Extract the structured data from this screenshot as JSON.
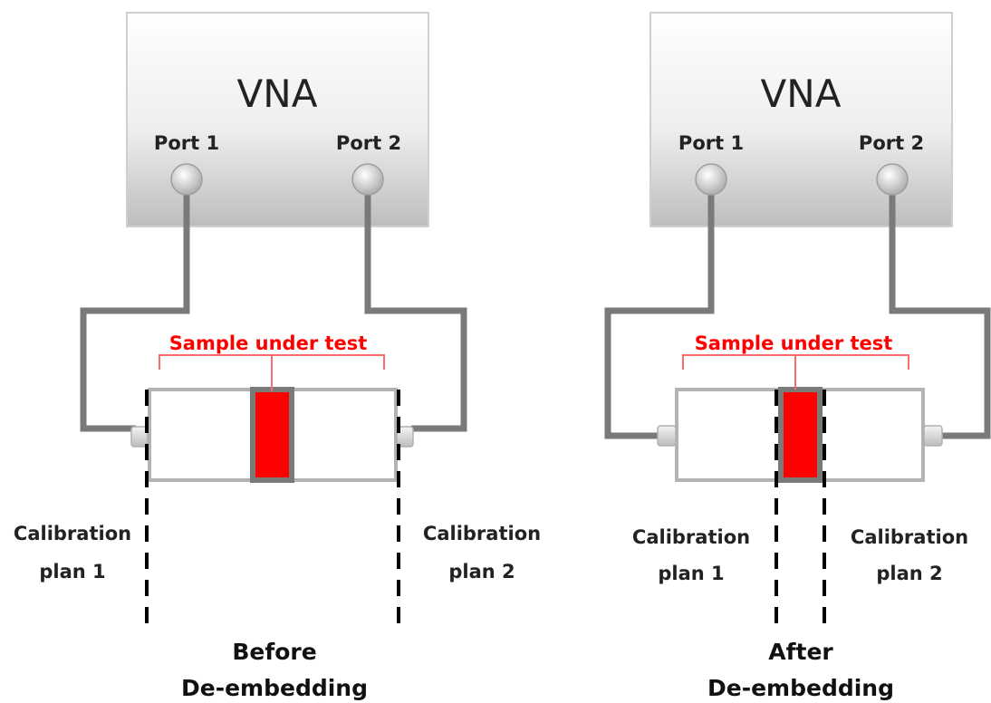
{
  "panels": [
    {
      "id": "before",
      "vna_label": "VNA",
      "port1_label": "Port 1",
      "port2_label": "Port 2",
      "sample_label": "Sample under test",
      "cal1_line1": "Calibration",
      "cal1_line2": "plan 1",
      "cal2_line1": "Calibration",
      "cal2_line2": "plan 2",
      "caption_line1": "Before",
      "caption_line2": "De-embedding"
    },
    {
      "id": "after",
      "vna_label": "VNA",
      "port1_label": "Port 1",
      "port2_label": "Port 2",
      "sample_label": "Sample under test",
      "cal1_line1": "Calibration",
      "cal1_line2": "plan 1",
      "cal2_line1": "Calibration",
      "cal2_line2": "plan 2",
      "caption_line1": "After",
      "caption_line2": "De-embedding"
    }
  ],
  "colors": {
    "sample": "#ff0000",
    "cable": "#7a7a7a",
    "fixture_border": "#b3b3b3",
    "calibration_line": "#000000"
  }
}
